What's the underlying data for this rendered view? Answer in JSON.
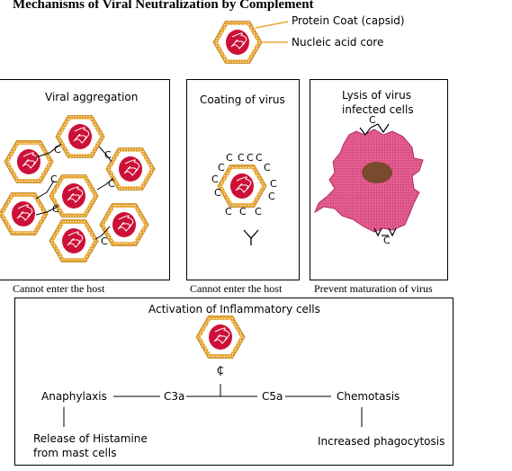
{
  "title": "Mechanisms of Viral Neutralization by Complement",
  "legend": {
    "coat_label": "Protein Coat (capsid)",
    "core_label": "Nucleic acid core"
  },
  "panels": {
    "aggregation": {
      "title": "Viral aggregation",
      "caption": "Cannot enter the host"
    },
    "coating": {
      "title": "Coating of virus",
      "caption": "Cannot enter the host"
    },
    "lysis": {
      "title_line1": "Lysis of virus",
      "title_line2": "infected cells",
      "caption": "Prevent maturation of virus"
    },
    "inflammation": {
      "title": "Activation of Inflammatory cells",
      "anaphylaxis": "Anaphylaxis",
      "c3a": "C3a",
      "c5a": "C5a",
      "chemotaxis": "Chemotasis",
      "histamine_line1": "Release of Histamine",
      "histamine_line2": "from mast cells",
      "phagocytosis": "Increased phagocytosis"
    }
  },
  "complement_letter": "C",
  "colors": {
    "capsid": "#e8a83a",
    "nucleic_acid": "#cc1038",
    "infected_cell": "#e35c8f",
    "nucleus": "#7a4a2e"
  }
}
